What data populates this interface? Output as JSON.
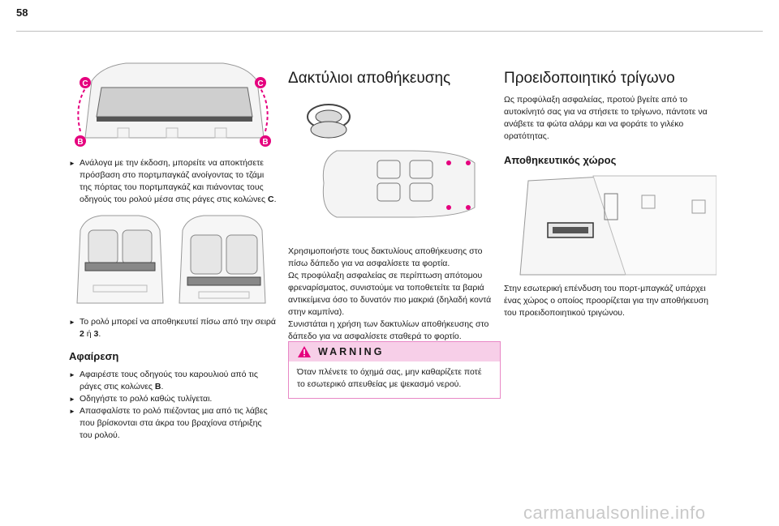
{
  "page": {
    "number": "58"
  },
  "col1": {
    "bullet1": "Ανάλογα με την έκδοση, μπορείτε να αποκτήσετε πρόσβαση στο πορτμπαγκάζ ανοίγοντας το τζάμι της πόρτας του πορτμπαγκάζ και πιάνοντας τους οδηγούς του ρολού μέσα στις ράγες στις κολώνες",
    "bullet1_letter": "C",
    "label_c": "C",
    "label_b": "B",
    "bullet2_a": "Το ρολό μπορεί να αποθηκευτεί πίσω από την σειρά",
    "bullet2_n2": "2",
    "bullet2_or": "ή",
    "bullet2_n3": "3",
    "removal_title": "Αφαίρεση",
    "removal_1": "Αφαιρέστε τους οδηγούς του καρουλιού από τις ράγες στις κολώνες",
    "removal_1_letter": "B",
    "removal_2": "Οδηγήστε το ρολό καθώς τυλίγεται.",
    "removal_3": "Απασφαλίστε το ρολό πιέζοντας μια από τις λάβες που βρίσκονται στα άκρα του βραχίονα στήριξης του ρολού."
  },
  "col2": {
    "title": "Δακτύλιοι αποθήκευσης",
    "body": [
      "Χρησιμοποιήστε τους δακτυλίους αποθήκευσης στο πίσω δάπεδο για να ασφαλίσετε τα φορτία.",
      "Ως προφύλαξη ασφαλείας σε περίπτωση απότομου φρεναρίσματος, συνιστούμε να τοποθετείτε τα βαριά αντικείμενα όσο το δυνατόν πιο μακριά (δηλαδή κοντά στην καμπίνα).",
      "Συνιστάται η χρήση των δακτυλίων αποθήκευσης στο δάπεδο για να ασφαλίσετε σταθερά το φορτίο."
    ],
    "warning_title": "WARNING",
    "warning_text": "Όταν πλένετε το όχημά σας, μην καθαρίζετε ποτέ το εσωτερικό απευθείας με ψεκασμό νερού."
  },
  "col3": {
    "title": "Προειδοποιητικό τρίγωνο",
    "intro": "Ως προφύλαξη ασφαλείας, προτού βγείτε από το αυτοκίνητό σας για να στήσετε το τρίγωνο, πάντοτε να ανάβετε τα φώτα αλάρμ και να φοράτε το γιλέκο ορατότητας.",
    "subtitle": "Αποθηκευτικός χώρος",
    "caption": "Στην εσωτερική επένδυση του πορτ-μπαγκάζ υπάρχει ένας χώρος ο οποίος προορίζεται για την αποθήκευση του προειδοποιητικού τριγώνου."
  },
  "watermark": "carmanualsonline.info",
  "colors": {
    "pink": "#e5007e",
    "warning_bg": "#f7cfe8",
    "warning_border": "#e888c6"
  }
}
